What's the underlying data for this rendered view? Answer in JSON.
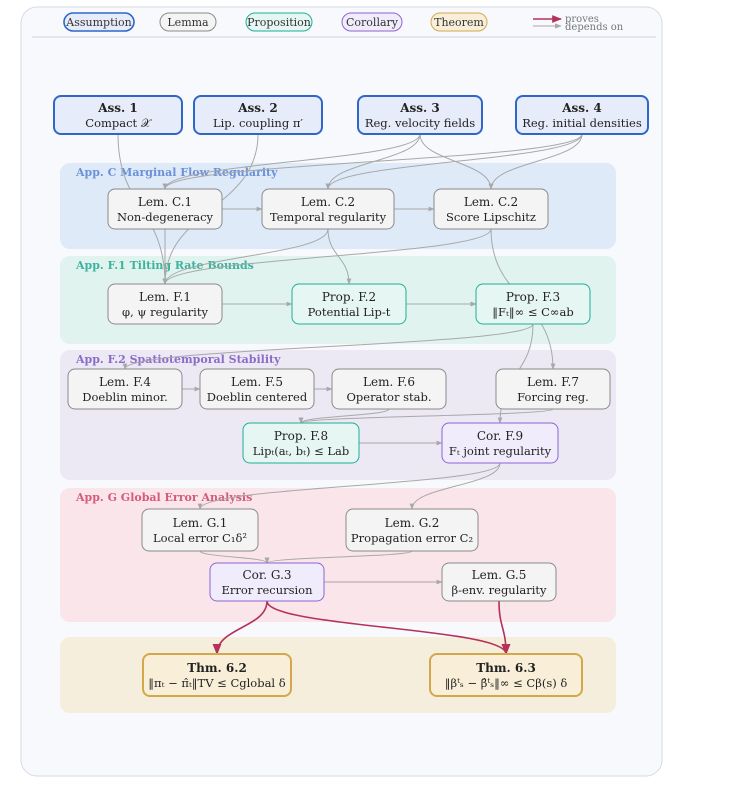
{
  "legend": {
    "items": [
      {
        "label": "Assumption",
        "kind": "assumption"
      },
      {
        "label": "Lemma",
        "kind": "lemma"
      },
      {
        "label": "Proposition",
        "kind": "proposition"
      },
      {
        "label": "Corollary",
        "kind": "corollary"
      },
      {
        "label": "Theorem",
        "kind": "theorem"
      }
    ],
    "proves_label": "proves",
    "depends_label": "depends on"
  },
  "colors": {
    "assumption": {
      "fill": "#e6ecf9",
      "stroke": "#2f67c8"
    },
    "lemma": {
      "fill": "#f4f4f4",
      "stroke": "#8a8a8a"
    },
    "proposition": {
      "fill": "#e6f6f2",
      "stroke": "#1fae97"
    },
    "corollary": {
      "fill": "#f1ecfb",
      "stroke": "#8a64d4"
    },
    "theorem": {
      "fill": "#f9efd9",
      "stroke": "#d4a84a"
    },
    "proves_edge": "#b5315a",
    "depends_edge": "#a8a8a8"
  },
  "bands": [
    {
      "id": "C",
      "label": "App. C   Marginal Flow Regularity",
      "fill": "#deeaf8",
      "color": "#6a91d9"
    },
    {
      "id": "F1",
      "label": "App. F.1   Tilting Rate Bounds",
      "fill": "#e0f3ef",
      "color": "#3cb39e"
    },
    {
      "id": "F2",
      "label": "App. F.2   Spatiotemporal Stability",
      "fill": "#ece8f4",
      "color": "#8c6cc8"
    },
    {
      "id": "G",
      "label": "App. G   Global Error Analysis",
      "fill": "#f9e5ea",
      "color": "#d65a7c"
    },
    {
      "id": "T",
      "label": "",
      "fill": "#f6eedc",
      "color": "#c9a24a"
    }
  ],
  "nodes": [
    {
      "id": "A1",
      "kind": "assumption",
      "title": "Ass. 1",
      "body": "Compact 𝒳"
    },
    {
      "id": "A2",
      "kind": "assumption",
      "title": "Ass. 2",
      "body": "Lip. coupling π′"
    },
    {
      "id": "A3",
      "kind": "assumption",
      "title": "Ass. 3",
      "body": "Reg. velocity fields"
    },
    {
      "id": "A4",
      "kind": "assumption",
      "title": "Ass. 4",
      "body": "Reg. initial densities"
    },
    {
      "id": "C1",
      "kind": "lemma",
      "title": "Lem. C.1",
      "body": "Non-degeneracy"
    },
    {
      "id": "C2",
      "kind": "lemma",
      "title": "Lem. C.2",
      "body": "Temporal regularity"
    },
    {
      "id": "C3",
      "kind": "lemma",
      "title": "Lem. C.2",
      "body": "Score Lipschitz"
    },
    {
      "id": "F1",
      "kind": "lemma",
      "title": "Lem. F.1",
      "body": "φ, ψ regularity"
    },
    {
      "id": "F2",
      "kind": "proposition",
      "title": "Prop. F.2",
      "body": "Potential Lip-t"
    },
    {
      "id": "F3",
      "kind": "proposition",
      "title": "Prop. F.3",
      "body": "‖Fₜ‖∞ ≤ C∞ab"
    },
    {
      "id": "F4",
      "kind": "lemma",
      "title": "Lem. F.4",
      "body": "Doeblin minor."
    },
    {
      "id": "F5",
      "kind": "lemma",
      "title": "Lem. F.5",
      "body": "Doeblin centered"
    },
    {
      "id": "F6",
      "kind": "lemma",
      "title": "Lem. F.6",
      "body": "Operator stab."
    },
    {
      "id": "F7",
      "kind": "lemma",
      "title": "Lem. F.7",
      "body": "Forcing reg."
    },
    {
      "id": "F8",
      "kind": "proposition",
      "title": "Prop. F.8",
      "body": "Lipₜ(aₜ, bₜ) ≤ Lab"
    },
    {
      "id": "F9",
      "kind": "corollary",
      "title": "Cor. F.9",
      "body": "Fₜ joint regularity"
    },
    {
      "id": "G1",
      "kind": "lemma",
      "title": "Lem. G.1",
      "body": "Local error C₁δ²"
    },
    {
      "id": "G2",
      "kind": "lemma",
      "title": "Lem. G.2",
      "body": "Propagation error C₂"
    },
    {
      "id": "G3",
      "kind": "corollary",
      "title": "Cor. G.3",
      "body": "Error recursion"
    },
    {
      "id": "G5",
      "kind": "lemma",
      "title": "Lem. G.5",
      "body": "β-env. regularity"
    },
    {
      "id": "T62",
      "kind": "theorem",
      "title": "Thm. 6.2",
      "body": "‖πₜ − π̂ₜ‖TV ≤ Cglobal δ"
    },
    {
      "id": "T63",
      "kind": "theorem",
      "title": "Thm. 6.3",
      "body": "‖βᵗₛ − β̂ᵗₛ‖∞ ≤ Cβ(s) δ"
    }
  ],
  "edges": [
    {
      "from": "A3",
      "to": "C1",
      "type": "depends"
    },
    {
      "from": "A3",
      "to": "C2",
      "type": "depends"
    },
    {
      "from": "A3",
      "to": "C3",
      "type": "depends"
    },
    {
      "from": "A4",
      "to": "C1",
      "type": "depends"
    },
    {
      "from": "A4",
      "to": "C2",
      "type": "depends"
    },
    {
      "from": "A4",
      "to": "C3",
      "type": "depends"
    },
    {
      "from": "A1",
      "to": "F1",
      "type": "depends"
    },
    {
      "from": "A2",
      "to": "F1",
      "type": "depends"
    },
    {
      "from": "C1",
      "to": "C2",
      "type": "depends"
    },
    {
      "from": "C2",
      "to": "C3",
      "type": "depends"
    },
    {
      "from": "C1",
      "to": "F1",
      "type": "depends"
    },
    {
      "from": "C2",
      "to": "F1",
      "type": "depends"
    },
    {
      "from": "C3",
      "to": "F1",
      "type": "depends"
    },
    {
      "from": "C2",
      "to": "F2",
      "type": "depends"
    },
    {
      "from": "F1",
      "to": "F2",
      "type": "depends"
    },
    {
      "from": "F1",
      "to": "F3",
      "type": "depends"
    },
    {
      "from": "F2",
      "to": "F3",
      "type": "depends"
    },
    {
      "from": "C3",
      "to": "F7",
      "type": "depends"
    },
    {
      "from": "F3",
      "to": "F4",
      "type": "depends"
    },
    {
      "from": "F4",
      "to": "F5",
      "type": "depends"
    },
    {
      "from": "F5",
      "to": "F6",
      "type": "depends"
    },
    {
      "from": "F6",
      "to": "F8",
      "type": "depends"
    },
    {
      "from": "F7",
      "to": "F8",
      "type": "depends"
    },
    {
      "from": "F8",
      "to": "F9",
      "type": "depends"
    },
    {
      "from": "F3",
      "to": "F9",
      "type": "depends"
    },
    {
      "from": "F9",
      "to": "G1",
      "type": "depends"
    },
    {
      "from": "F9",
      "to": "G2",
      "type": "depends"
    },
    {
      "from": "G1",
      "to": "G3",
      "type": "depends"
    },
    {
      "from": "G2",
      "to": "G3",
      "type": "depends"
    },
    {
      "from": "G3",
      "to": "G5",
      "type": "depends"
    },
    {
      "from": "G3",
      "to": "T62",
      "type": "proves"
    },
    {
      "from": "G3",
      "to": "T63",
      "type": "proves"
    },
    {
      "from": "G5",
      "to": "T63",
      "type": "proves"
    }
  ]
}
